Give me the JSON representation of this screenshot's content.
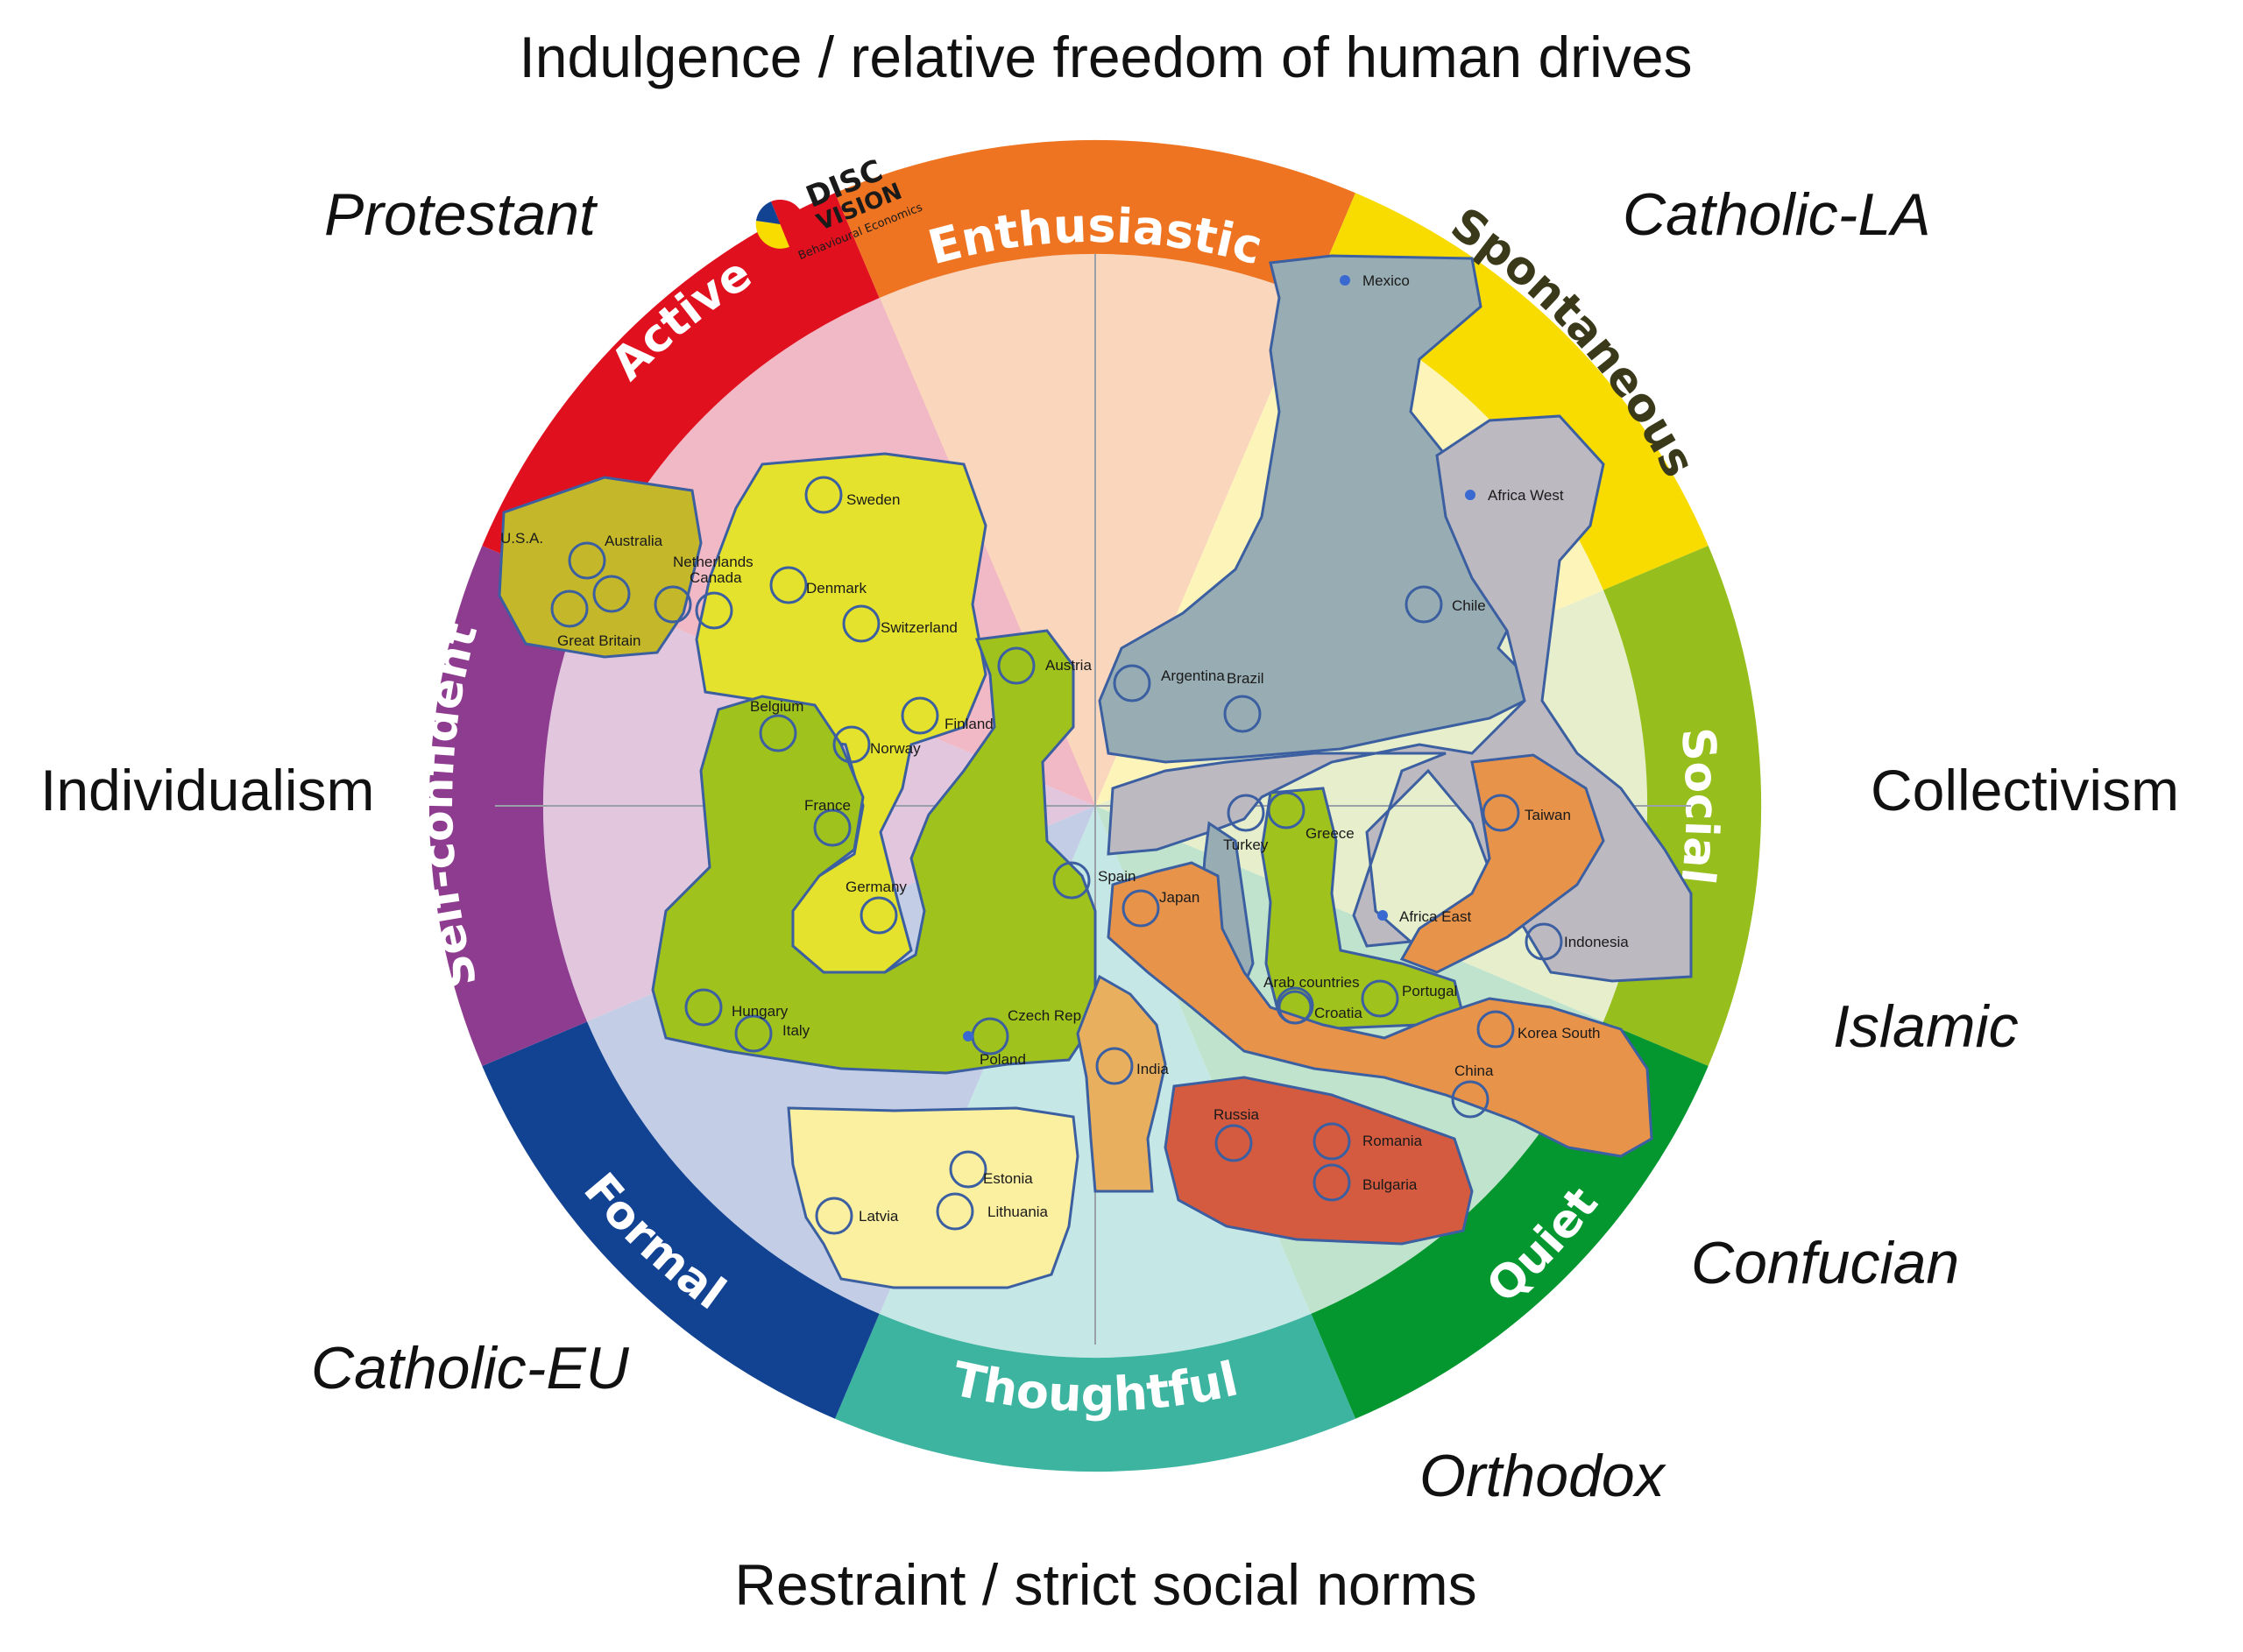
{
  "axes": {
    "top": "Indulgence / relative freedom of human drives",
    "bottom": "Restraint / strict social norms",
    "left": "Individualism",
    "right": "Collectivism"
  },
  "religions": {
    "protestant": "Protestant",
    "catholic_la": "Catholic-LA",
    "islamic": "Islamic",
    "confucian": "Confucian",
    "orthodox": "Orthodox",
    "catholic_eu": "Catholic-EU"
  },
  "ring": {
    "enthusiastic": "Enthusiastic",
    "spontaneous": "Spontaneous",
    "social": "Social",
    "quiet": "Quiet",
    "thoughtful": "Thoughtful",
    "formal": "Formal",
    "self_confident": "Self-confident",
    "active": "Active"
  },
  "logo": {
    "line1": "DISC",
    "line2": "VISION",
    "line3": "Behavioural Economics"
  },
  "countries": {
    "usa": "U.S.A.",
    "australia": "Australia",
    "great_britain": "Great Britain",
    "netherlands": "Netherlands",
    "canada": "Canada",
    "sweden": "Sweden",
    "denmark": "Denmark",
    "switzerland": "Switzerland",
    "finland": "Finland",
    "norway": "Norway",
    "belgium": "Belgium",
    "france": "France",
    "germany": "Germany",
    "austria": "Austria",
    "spain": "Spain",
    "hungary": "Hungary",
    "italy": "Italy",
    "czech_rep": "Czech Rep",
    "poland": "Poland",
    "estonia": "Estonia",
    "lithuania": "Lithuania",
    "latvia": "Latvia",
    "india": "India",
    "mexico": "Mexico",
    "africa_west": "Africa West",
    "chile": "Chile",
    "argentina": "Argentina",
    "brazil": "Brazil",
    "turkey": "Turkey",
    "greece": "Greece",
    "africa_east": "Africa East",
    "taiwan": "Taiwan",
    "indonesia": "Indonesia",
    "japan": "Japan",
    "arab_countries": "Arab countries",
    "croatia": "Croatia",
    "portugal": "Portugal",
    "korea_south": "Korea South",
    "china": "China",
    "russia": "Russia",
    "romania": "Romania",
    "bulgaria": "Bulgaria"
  },
  "colors": {
    "active": "#e0101e",
    "enthusiastic": "#ee7421",
    "spontaneous": "#f8dc00",
    "social": "#96be1c",
    "quiet": "#04972f",
    "thoughtful": "#3cb4a0",
    "formal": "#124393",
    "self_confident": "#8e3c8f"
  }
}
